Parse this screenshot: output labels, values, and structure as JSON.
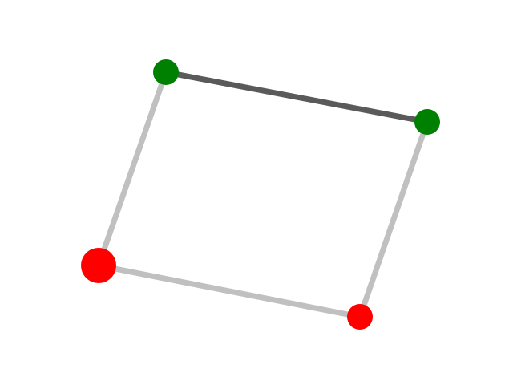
{
  "graph": {
    "type": "graph",
    "nodes": [
      {
        "id": "A",
        "color": "#008000",
        "size": "small"
      },
      {
        "id": "B",
        "color": "#008000",
        "size": "small"
      },
      {
        "id": "C",
        "color": "#ff0000",
        "size": "small"
      },
      {
        "id": "D",
        "color": "#ff0000",
        "size": "large"
      }
    ],
    "edges": [
      {
        "from": "A",
        "to": "B",
        "color": "#5a5a5a",
        "style": "dark"
      },
      {
        "from": "B",
        "to": "C",
        "color": "#c0c0c0",
        "style": "light"
      },
      {
        "from": "C",
        "to": "D",
        "color": "#c0c0c0",
        "style": "light"
      },
      {
        "from": "D",
        "to": "A",
        "color": "#c0c0c0",
        "style": "light"
      }
    ]
  }
}
